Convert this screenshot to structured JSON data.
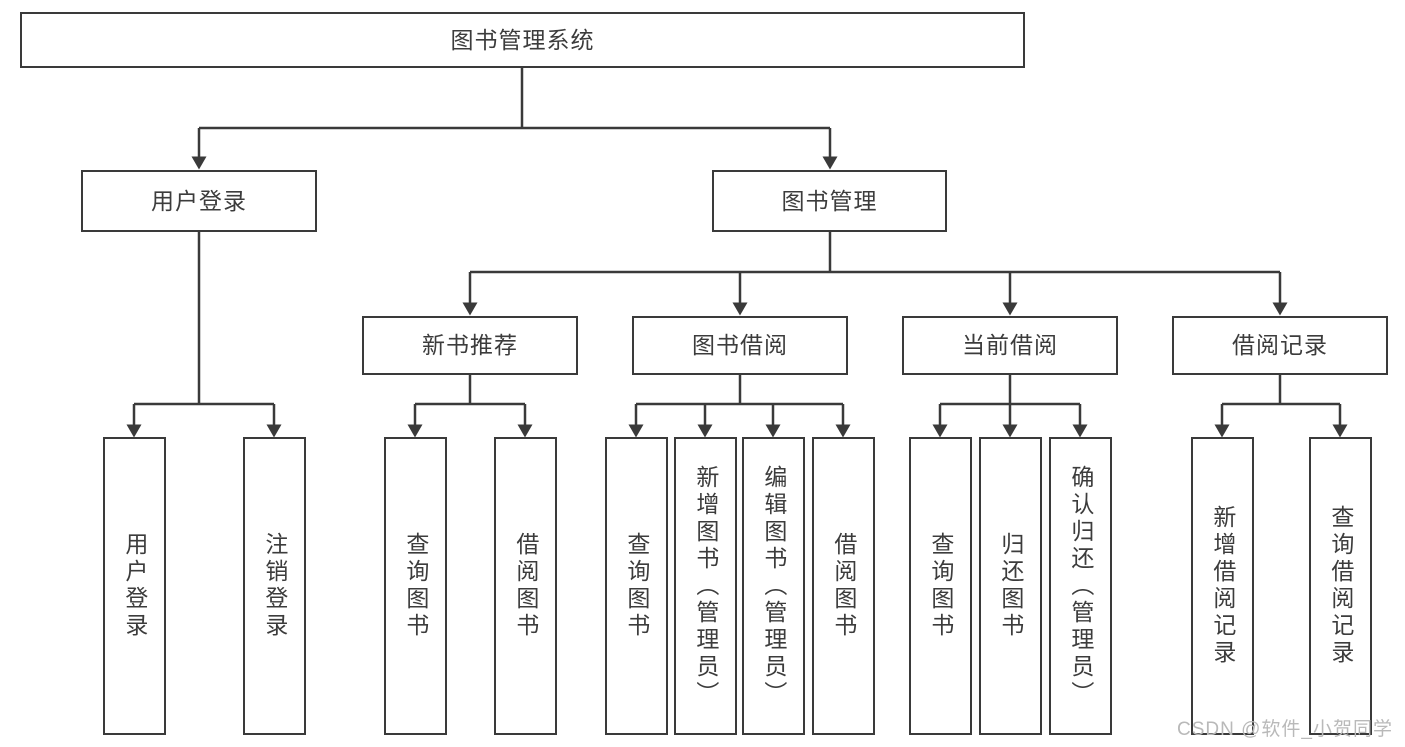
{
  "diagram": {
    "title": "图书管理系统",
    "root": {
      "label": "图书管理系统"
    },
    "level2": [
      {
        "label": "用户登录"
      },
      {
        "label": "图书管理"
      }
    ],
    "level3": [
      {
        "label": "新书推荐"
      },
      {
        "label": "图书借阅"
      },
      {
        "label": "当前借阅"
      },
      {
        "label": "借阅记录"
      }
    ],
    "leaves": {
      "user_login": [
        {
          "label": "用户登录"
        },
        {
          "label": "注销登录"
        }
      ],
      "new_book_recommend": [
        {
          "label": "查询图书"
        },
        {
          "label": "借阅图书"
        }
      ],
      "book_borrow": [
        {
          "label": "查询图书"
        },
        {
          "label": "新增图书（管理员）"
        },
        {
          "label": "编辑图书（管理员）"
        },
        {
          "label": "借阅图书"
        }
      ],
      "current_borrow": [
        {
          "label": "查询图书"
        },
        {
          "label": "归还图书"
        },
        {
          "label": "确认归还（管理员）"
        }
      ],
      "borrow_record": [
        {
          "label": "新增借阅记录"
        },
        {
          "label": "查询借阅记录"
        }
      ]
    }
  },
  "watermark": {
    "text": "CSDN @软件_小贺同学"
  },
  "colors": {
    "stroke": "#3a3a3a",
    "text": "#3c3c3c",
    "background": "#ffffff",
    "watermark": "#b9b9b9"
  }
}
